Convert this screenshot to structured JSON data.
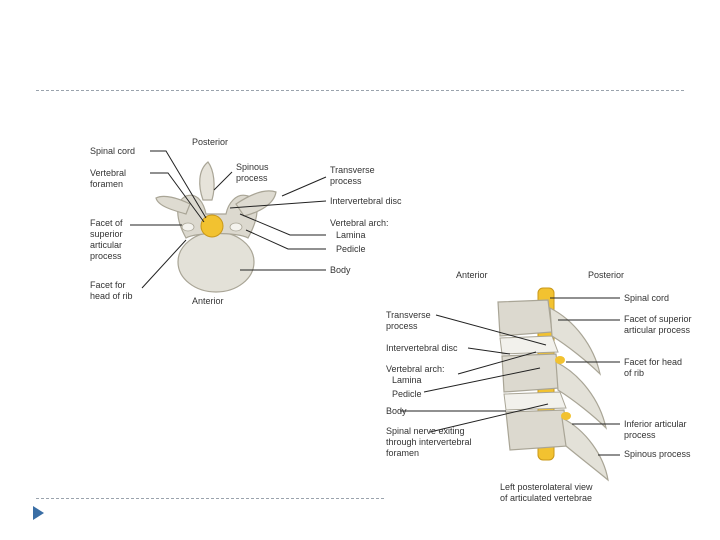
{
  "top_view": {
    "posterior": "Posterior",
    "anterior": "Anterior",
    "spinal_cord": "Spinal cord",
    "vertebral_foramen": "Vertebral\nforamen",
    "facet_superior": "Facet of\nsuperior\narticular\nprocess",
    "facet_head_rib": "Facet for\nhead of rib",
    "spinous_process": "Spinous\nprocess",
    "transverse_process": "Transverse\nprocess",
    "intervertebral_disc": "Intervertebral disc",
    "vertebral_arch": "Vertebral arch:",
    "lamina": "Lamina",
    "pedicle": "Pedicle",
    "body": "Body"
  },
  "side_view": {
    "anterior": "Anterior",
    "posterior": "Posterior",
    "transverse_process": "Transverse\nprocess",
    "intervertebral_disc": "Intervertebral disc",
    "vertebral_arch": "Vertebral arch:",
    "lamina": "Lamina",
    "pedicle": "Pedicle",
    "body": "Body",
    "spinal_nerve": "Spinal nerve exiting\nthrough intervertebral\nforamen",
    "spinal_cord": "Spinal cord",
    "facet_superior": "Facet of superior\narticular process",
    "facet_head_rib": "Facet for head\nof rib",
    "inferior_articular": "Inferior articular\nprocess",
    "spinous_process": "Spinous process",
    "caption": "Left posterolateral view\nof articulated vertebrae"
  },
  "colors": {
    "bone": "#e3e1d8",
    "bone_shade": "#bdb9ac",
    "cord": "#f2c230",
    "rule": "#9aa3ad",
    "arrow": "#3a6ea5"
  }
}
